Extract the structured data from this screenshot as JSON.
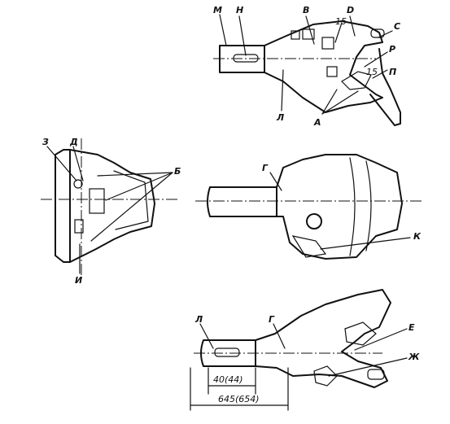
{
  "labels": {
    "M": "М",
    "N": "Н",
    "V": "В",
    "D": "D",
    "S": "С",
    "R": "Р",
    "P": "П",
    "L": "Л",
    "A": "А",
    "Z": "З",
    "De": "Д",
    "B": "Б",
    "I": "И",
    "G": "Г",
    "K": "К",
    "L2": "Л",
    "G2": "Г",
    "E": "Е",
    "Zh": "Ж"
  },
  "dimensions": {
    "angle1": "15",
    "angle2": "15",
    "d40": "40(44)",
    "d645": "645(654)"
  }
}
